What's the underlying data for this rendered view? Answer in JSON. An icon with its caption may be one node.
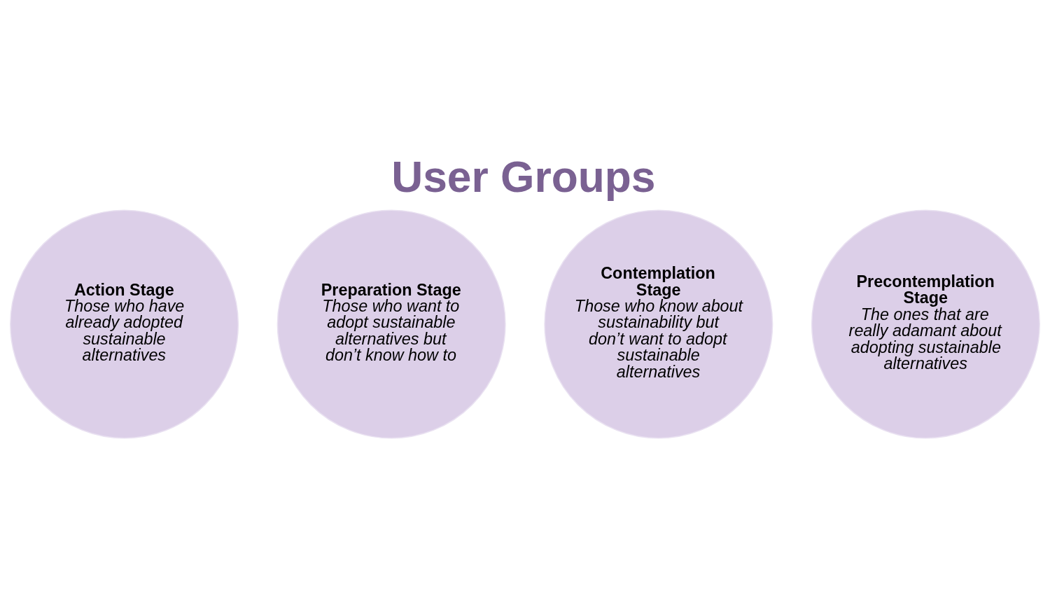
{
  "diagram": {
    "title": "User Groups",
    "nodes": [
      {
        "text": [
          "Action Stage",
          "Those who have already adopted sustainable alternatives"
        ]
      },
      {
        "text": [
          "Preparation Stage",
          "Those who want to adopt sustainable alternatives but don’t know how to"
        ]
      },
      {
        "text": [
          "Contemplation Stage",
          "Those who know about sustainability but don’t want to adopt sustainable alternatives"
        ]
      },
      {
        "text": [
          "Precontemplation Stage",
          "The ones that are really adamant about adopting sustainable alternatives"
        ]
      }
    ]
  }
}
